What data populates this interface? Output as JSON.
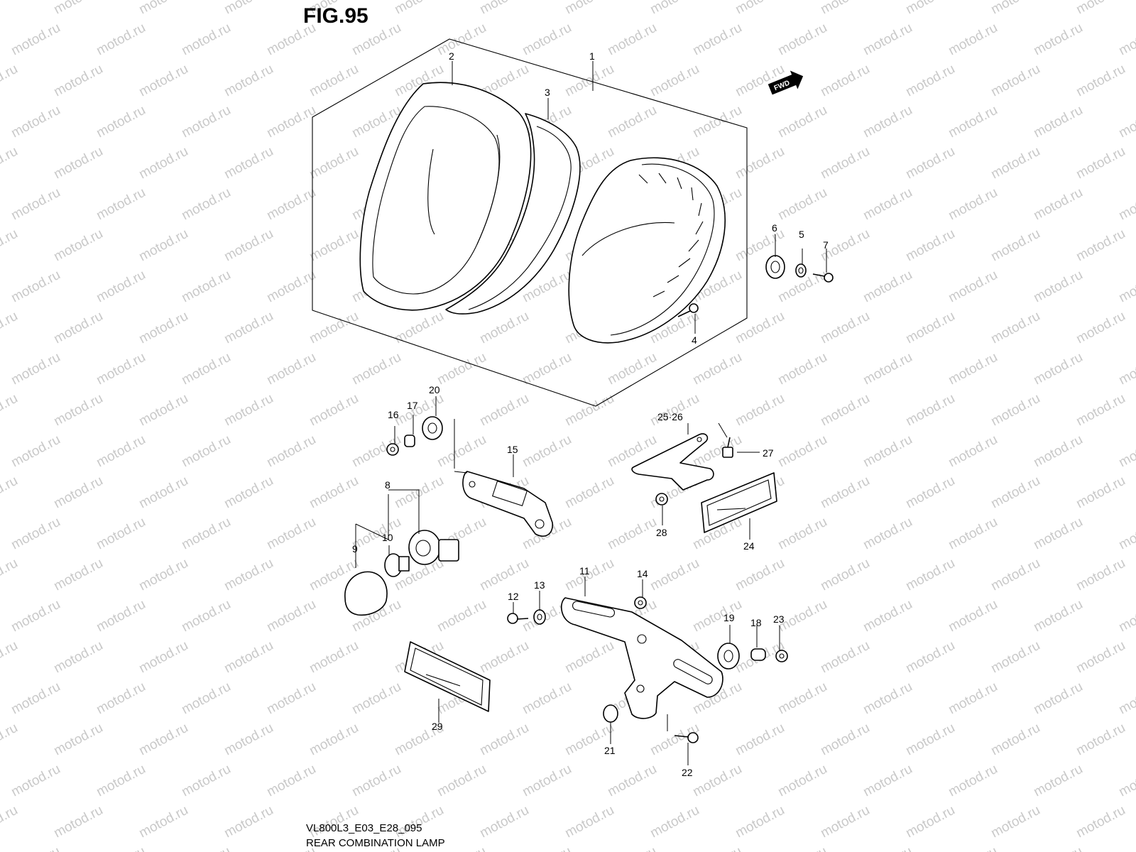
{
  "figure_title": "FIG.95",
  "fwd_label": "FWD",
  "footer": {
    "code": "VL800L3_E03_E28_095",
    "name": "REAR COMBINATION LAMP"
  },
  "watermark": "motod.ru",
  "callouts": [
    "1",
    "2",
    "3",
    "4",
    "5",
    "6",
    "7",
    "8",
    "9",
    "10",
    "11",
    "12",
    "13",
    "14",
    "15",
    "16",
    "17",
    "18",
    "19",
    "20",
    "21",
    "22",
    "23",
    "24",
    "25·26",
    "27",
    "28",
    "29"
  ]
}
